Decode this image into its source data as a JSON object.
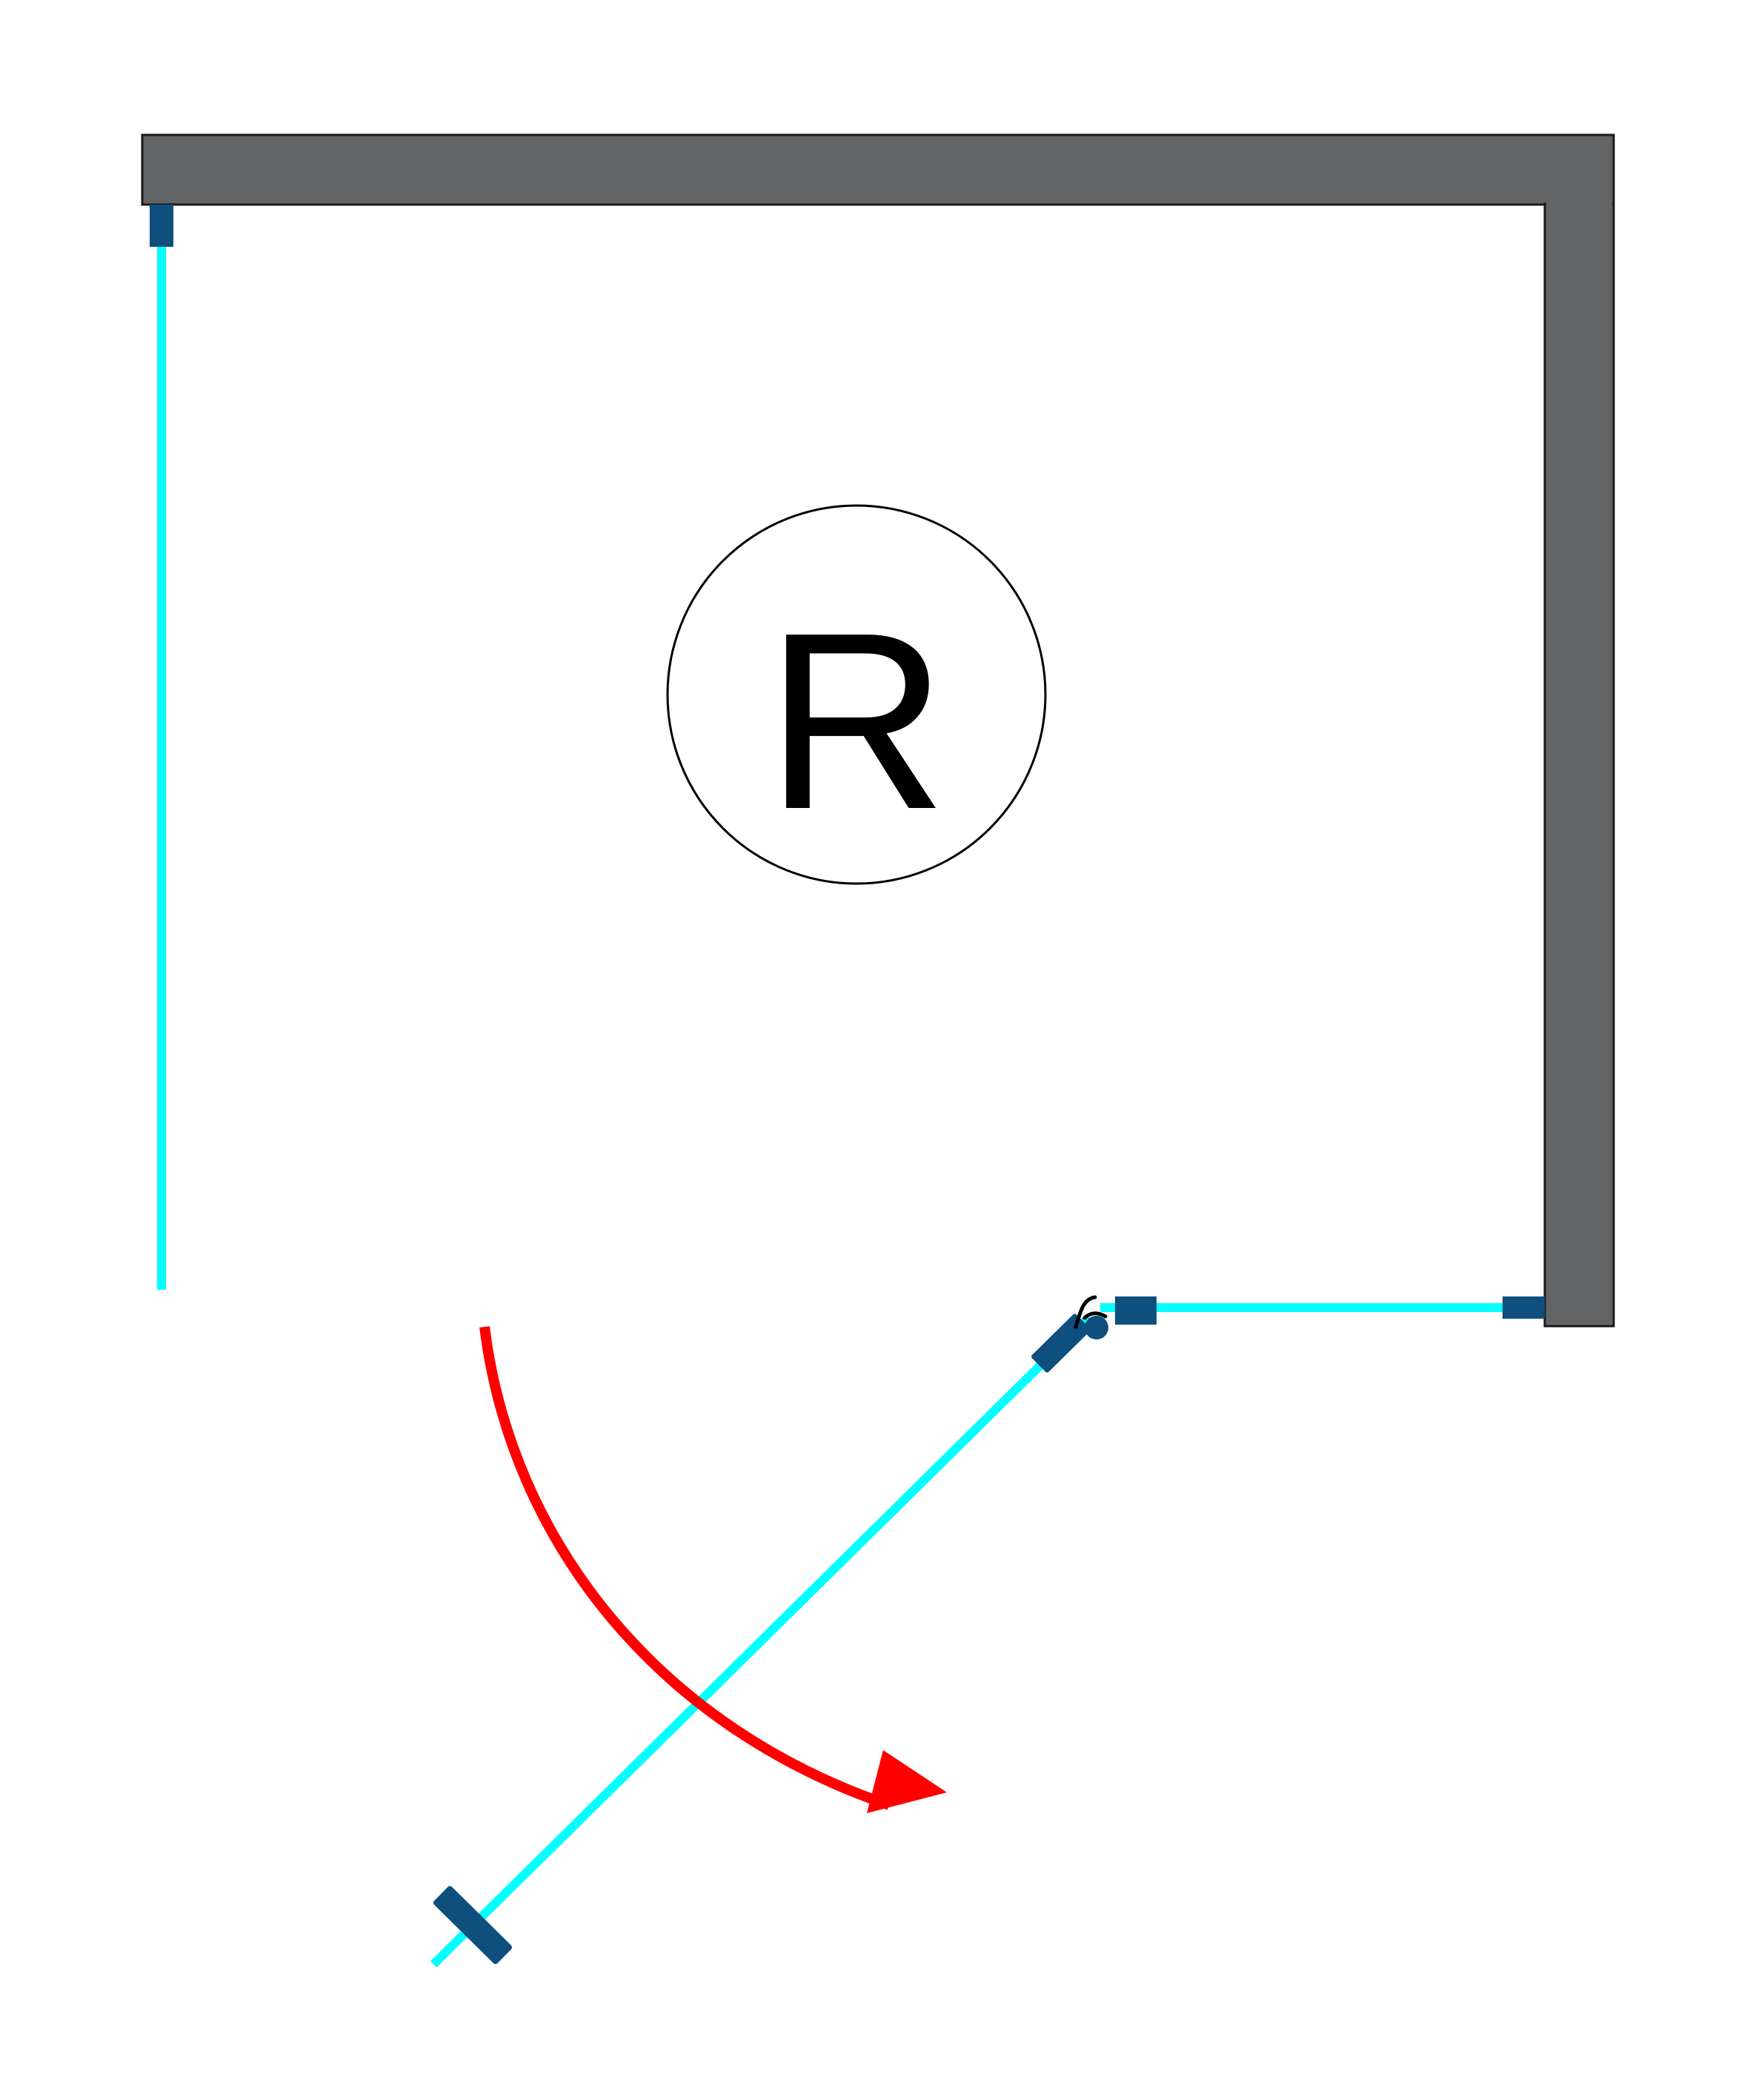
{
  "diagram": {
    "handedness_label": "R",
    "colors": {
      "background": "#ffffff",
      "wall": "#636466",
      "wall_outline": "#1a1a1a",
      "glass": "#00ffff",
      "hardware": "#0e4f7e",
      "swing_arrow": "#ff0000",
      "label_circle": "#000000"
    },
    "elements": [
      "wall-top",
      "wall-right",
      "fixed-glass-left",
      "fixed-glass-right",
      "door-glass",
      "wall-bracket-left",
      "wall-bracket-right",
      "hinge",
      "door-handle",
      "swing-arrow",
      "handedness-badge"
    ]
  }
}
